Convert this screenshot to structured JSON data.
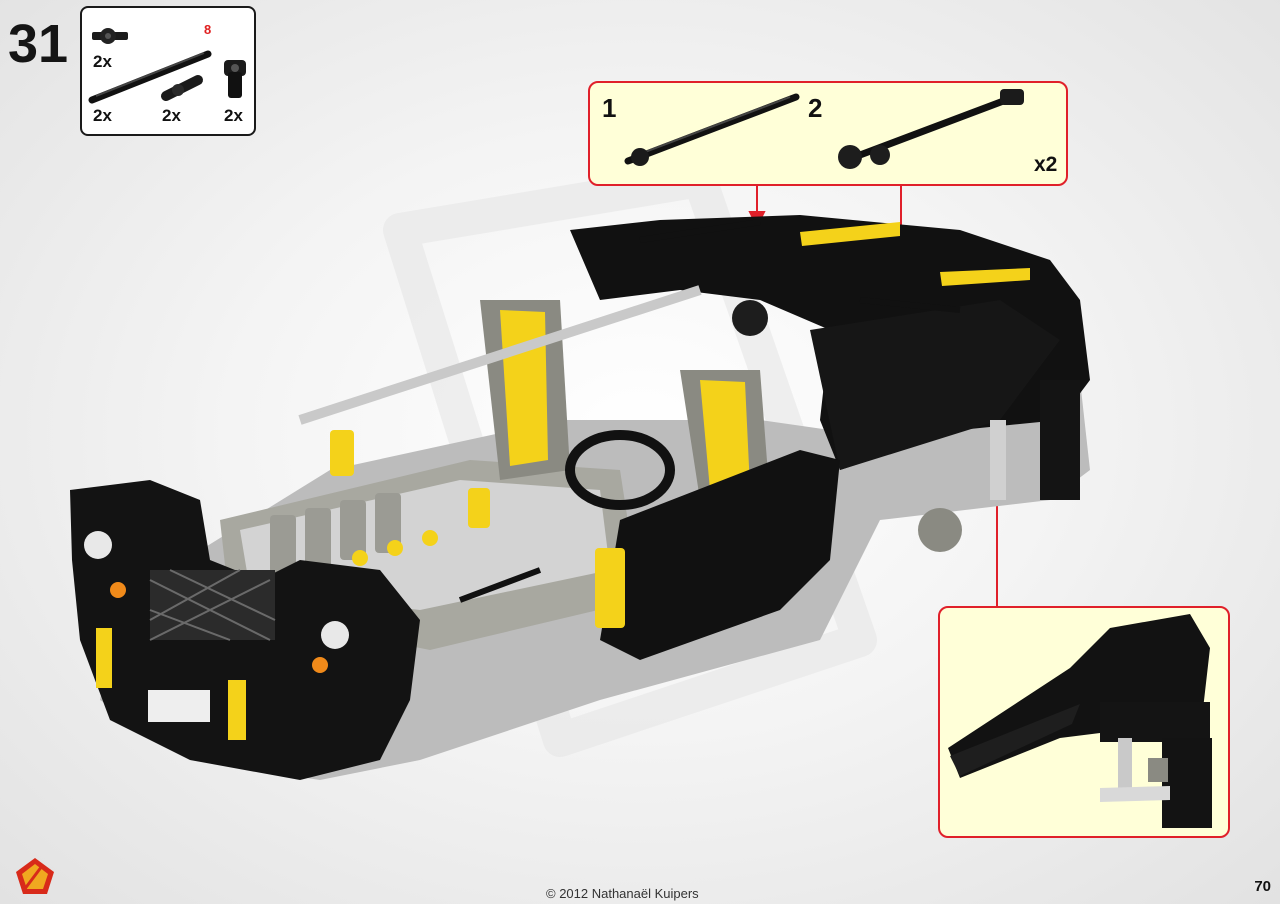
{
  "step": {
    "number": "31"
  },
  "parts_list": {
    "items": [
      {
        "part": "axle-with-stop",
        "qty": "2x",
        "length_mark": ""
      },
      {
        "part": "long-axle",
        "qty": "2x",
        "length_mark": "8"
      },
      {
        "part": "axle-pin",
        "qty": "2x",
        "length_mark": ""
      },
      {
        "part": "axle-connector-angled",
        "qty": "2x",
        "length_mark": ""
      }
    ]
  },
  "subassembly_callout": {
    "labels": [
      "1",
      "2"
    ],
    "multiplier": "x2"
  },
  "detail_callout": {},
  "footer": {
    "copyright": "© 2012 Nathanaël Kuipers",
    "page_number": "70"
  },
  "colors": {
    "callout_fill": "#ffffd8",
    "callout_border": "#e0202a",
    "arrow": "#e0202a",
    "brick_black": "#111111",
    "brick_yellow": "#f4d21a",
    "brick_gray": "#8a8a82",
    "brick_light_gray": "#c9c9c9"
  }
}
